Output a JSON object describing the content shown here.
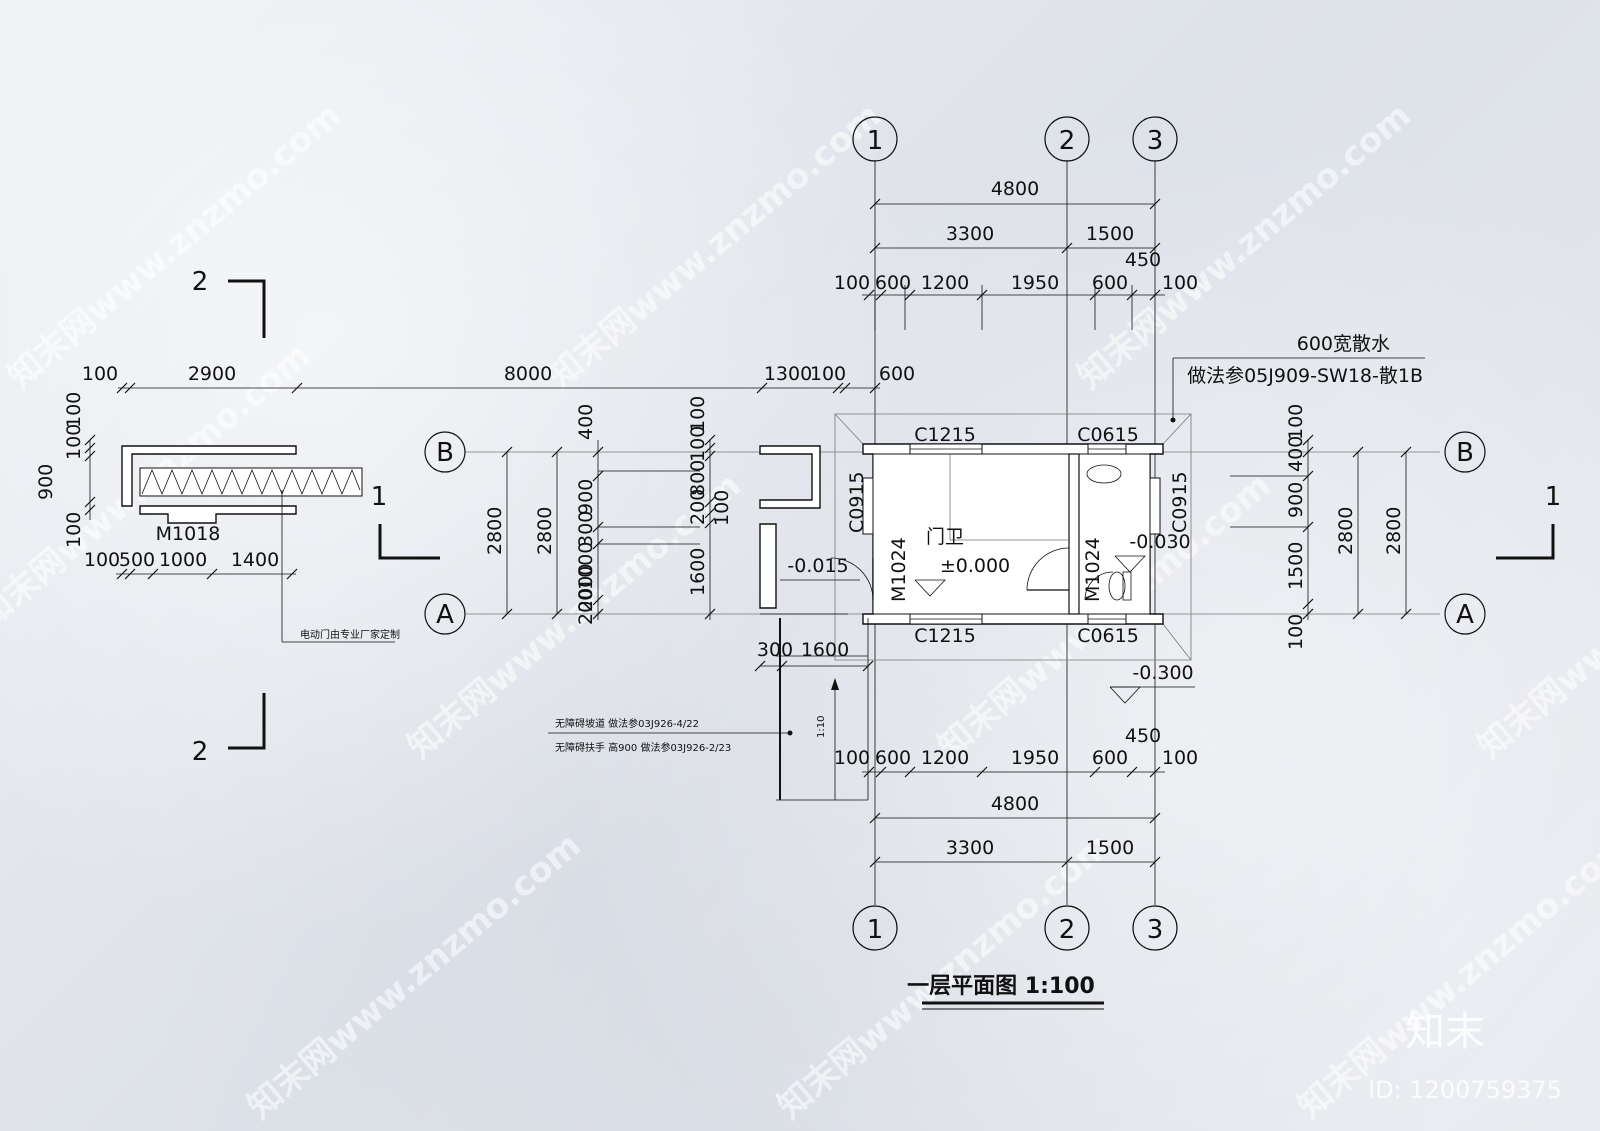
{
  "plan": {
    "title": "一层平面图 1:100",
    "axes": {
      "top": [
        "1",
        "2",
        "3"
      ],
      "bottom": [
        "1",
        "2",
        "3"
      ],
      "left": [
        "B",
        "A"
      ],
      "right": [
        "B",
        "A"
      ]
    },
    "section_marks": {
      "left_top": "2",
      "left_bottom": "2",
      "mid": "1",
      "right": "1"
    },
    "top_dims": {
      "total": "4800",
      "row2": [
        "3300",
        "1500"
      ],
      "extra": "450",
      "row3": [
        "100",
        "600",
        "1200",
        "1950",
        "600",
        "100"
      ]
    },
    "bottom_dims": {
      "extra": "450",
      "row1": [
        "100",
        "600",
        "1200",
        "1950",
        "600",
        "100"
      ],
      "total": "4800",
      "row3": [
        "3300",
        "1500"
      ]
    },
    "left_top_dims": [
      "100",
      "2900",
      "8000",
      "1300",
      "100",
      "600"
    ],
    "gate_dims": {
      "vertical": [
        "100",
        "100",
        "900",
        "100"
      ],
      "bottom": [
        "100",
        "500",
        "1000",
        "1400"
      ]
    },
    "left_dims": {
      "overall_a": "2800",
      "overall_b": "2800",
      "inner": [
        "400",
        "2000",
        "900",
        "300",
        "1000",
        "200"
      ],
      "inner2": [
        "100",
        "100",
        "800",
        "200",
        "1600",
        "100"
      ]
    },
    "right_dims": {
      "inner": [
        "100",
        "400",
        "900",
        "1500",
        "100"
      ],
      "overall_a": "2800",
      "overall_b": "2800"
    },
    "windows": [
      "C1215",
      "C0615",
      "C0915",
      "C0915",
      "C1215",
      "C0615"
    ],
    "doors": [
      "M1024",
      "M1024",
      "M1018"
    ],
    "room": "门卫",
    "levels": [
      "±0.000",
      "-0.015",
      "-0.030",
      "-0.300"
    ],
    "ramp_dims": [
      "300",
      "1600"
    ],
    "slope": "1:10",
    "notes": {
      "drain_line1": "600宽散水",
      "drain_line2": "做法参05J909-SW18-散1B",
      "gate_note": "电动门由专业厂家定制",
      "ramp_note": "无障碍坡道  做法参03J926-4/22",
      "rail_note": "无障碍扶手  高900  做法参03J926-2/23"
    }
  },
  "watermark": {
    "text": "知末网www.znzmo.com",
    "brand": "知末",
    "id": "ID: 1200759375"
  }
}
